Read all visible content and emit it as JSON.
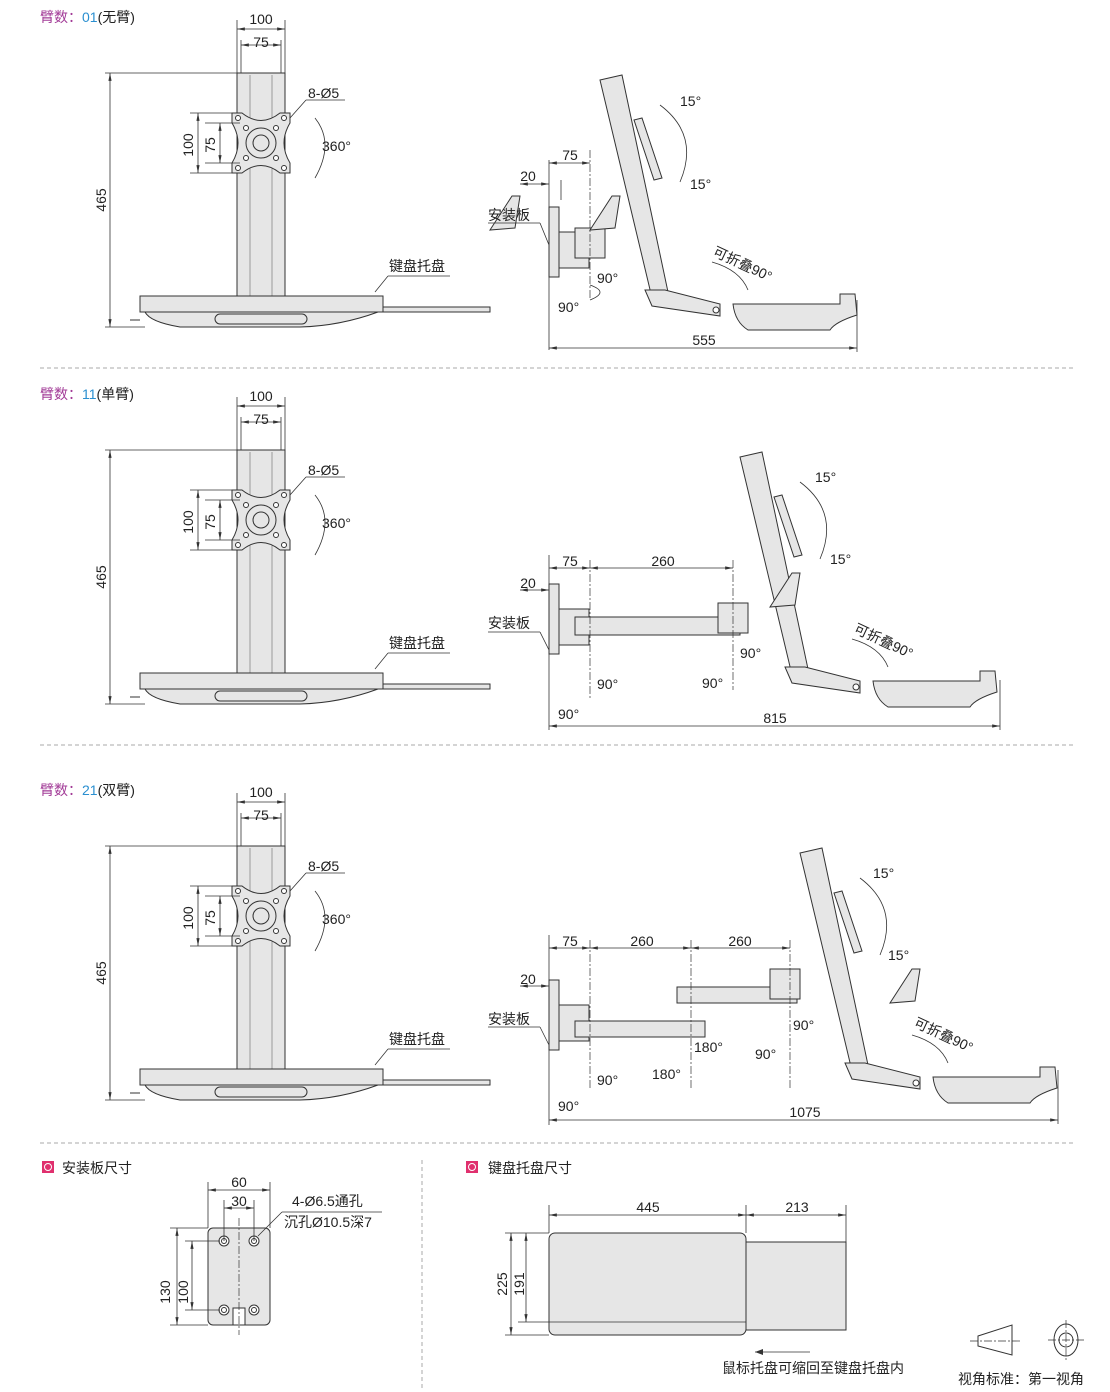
{
  "sections": [
    {
      "label": "臂数：",
      "code": "01",
      "suffix": "(无臂)",
      "front": {
        "width_outer": "100",
        "width_inner": "75",
        "holes": "8-Ø5",
        "height_outer": "100",
        "height_inner": "75",
        "rotation": "360°",
        "total_height": "465",
        "tray_label": "键盘托盘"
      },
      "side": [
        "75",
        "20",
        "安装板",
        "15°",
        "15°",
        "90°",
        "90°",
        "可折叠90°",
        "555"
      ]
    },
    {
      "label": "臂数：",
      "code": "11",
      "suffix": "(单臂)",
      "front": {
        "width_outer": "100",
        "width_inner": "75",
        "holes": "8-Ø5",
        "height_outer": "100",
        "height_inner": "75",
        "rotation": "360°",
        "total_height": "465",
        "tray_label": "键盘托盘"
      },
      "side": [
        "75",
        "260",
        "20",
        "安装板",
        "15°",
        "15°",
        "90°",
        "90°",
        "90°",
        "90°",
        "可折叠90°",
        "815"
      ]
    },
    {
      "label": "臂数：",
      "code": "21",
      "suffix": "(双臂)",
      "front": {
        "width_outer": "100",
        "width_inner": "75",
        "holes": "8-Ø5",
        "height_outer": "100",
        "height_inner": "75",
        "rotation": "360°",
        "total_height": "465",
        "tray_label": "键盘托盘"
      },
      "side": [
        "75",
        "260",
        "260",
        "20",
        "安装板",
        "15°",
        "15°",
        "90°",
        "90°",
        "180°",
        "180°",
        "90°",
        "90°",
        "可折叠90°",
        "1075"
      ]
    }
  ],
  "mount_plate": {
    "title": "安装板尺寸",
    "width": "60",
    "hole_spacing": "30",
    "hole_note_1": "4-Ø6.5通孔",
    "hole_note_2": "沉孔Ø10.5深7",
    "height": "130",
    "hole_height": "100"
  },
  "keyboard_tray": {
    "title": "键盘托盘尺寸",
    "tray_length": "445",
    "mouse_length": "213",
    "depth": "225",
    "inner_depth": "191",
    "note": "鼠标托盘可缩回至键盘托盘内"
  },
  "view_standard": "视角标准：第一视角",
  "colors": {
    "label": "#a23b97",
    "code": "#2a8fd0",
    "marker": "#e0306e"
  }
}
